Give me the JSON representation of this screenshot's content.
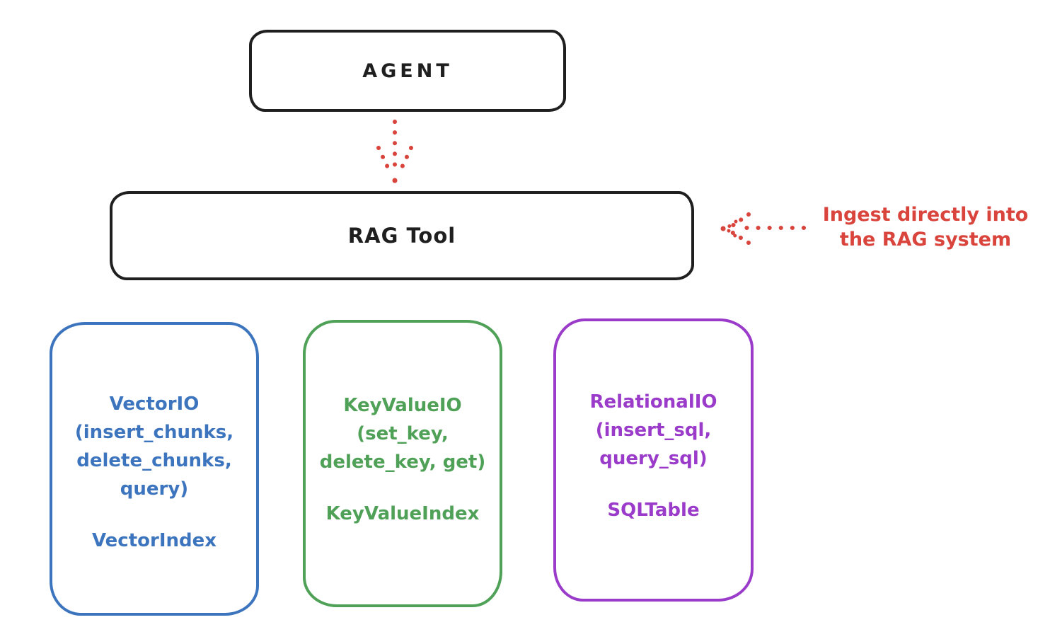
{
  "diagram": {
    "agent_box": {
      "label": "AGENT"
    },
    "rag_box": {
      "label": "RAG Tool"
    },
    "annotation": {
      "lines": [
        "Ingest directly into",
        "the RAG system"
      ],
      "color": "#d9443c"
    },
    "arrows": [
      {
        "name": "agent-to-rag",
        "style": "dotted",
        "direction": "down",
        "color": "#d9443c"
      },
      {
        "name": "annotation-to-rag",
        "style": "dotted",
        "direction": "left",
        "color": "#d9443c"
      }
    ],
    "storage_boxes": [
      {
        "id": "vector",
        "color": "#3d74be",
        "lines": [
          "VectorIO",
          "(insert_chunks,",
          "delete_chunks,",
          "query)"
        ],
        "index_label": "VectorIndex"
      },
      {
        "id": "keyvalue",
        "color": "#4fa157",
        "lines": [
          "KeyValueIO",
          "(set_key,",
          "delete_key, get)"
        ],
        "index_label": "KeyValueIndex"
      },
      {
        "id": "relational",
        "color": "#9a3bc9",
        "lines": [
          "RelationalIO",
          "(insert_sql,",
          "query_sql)"
        ],
        "index_label": "SQLTable"
      }
    ],
    "colors": {
      "ink": "#1f1f1f",
      "red": "#d9443c",
      "blue": "#3d74be",
      "green": "#4fa157",
      "purple": "#9a3bc9",
      "background": "#ffffff"
    }
  }
}
